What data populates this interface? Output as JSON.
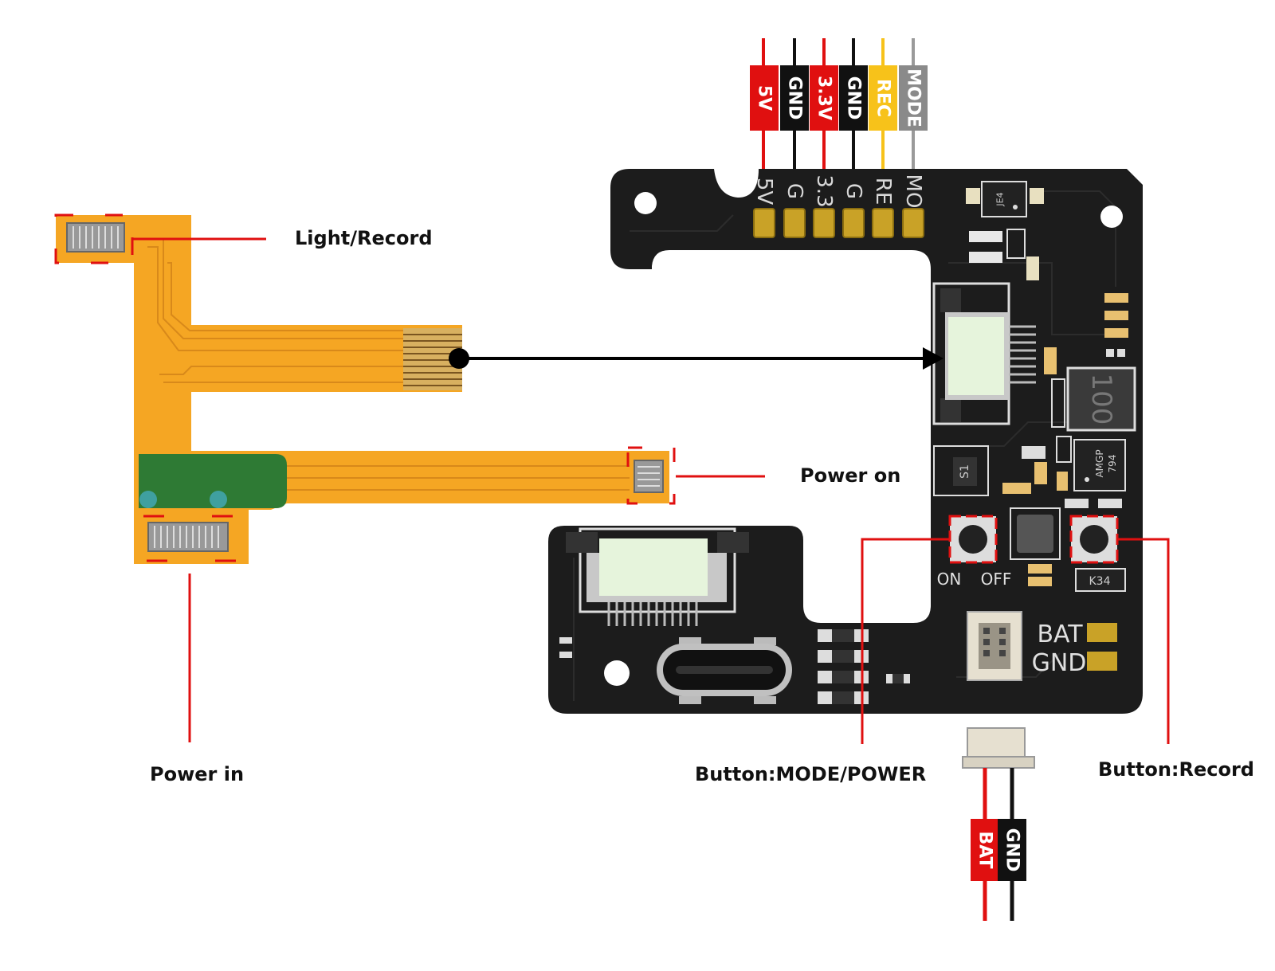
{
  "callouts": {
    "light_record": "Light/Record",
    "power_on": "Power on",
    "power_in": "Power in",
    "button_mode_power": "Button:MODE/POWER",
    "button_record": "Button:Record"
  },
  "wire_labels": [
    {
      "text": "5V",
      "color": "#e01010",
      "text_color": "#ffffff"
    },
    {
      "text": "GND",
      "color": "#111111",
      "text_color": "#ffffff"
    },
    {
      "text": "3.3V",
      "color": "#e01010",
      "text_color": "#ffffff"
    },
    {
      "text": "GND",
      "color": "#111111",
      "text_color": "#ffffff"
    },
    {
      "text": "REC",
      "color": "#f7c21a",
      "text_color": "#ffffff"
    },
    {
      "text": "MODE",
      "color": "#8a8a8a",
      "text_color": "#ffffff"
    }
  ],
  "pad_silkscreen": [
    "5V",
    "G",
    "3.3",
    "G",
    "RE",
    "MO"
  ],
  "battery_wires": [
    {
      "text": "BAT",
      "color": "#e01010",
      "text_color": "#ffffff"
    },
    {
      "text": "GND",
      "color": "#111111",
      "text_color": "#ffffff"
    }
  ],
  "board_labels": {
    "switch_on": "ON",
    "switch_off": "OFF",
    "pad_bat": "BAT",
    "pad_gnd": "GND",
    "inductor": "100",
    "ic_main_1": "AMGP",
    "ic_main_2": "794",
    "ic_s1": "S1",
    "ic_je4": "JE4",
    "ic_k34": "K34"
  },
  "colors": {
    "pcb": "#1c1c1c",
    "flex": "#f5a623",
    "gold": "#c9a227",
    "callout_line": "#e01010",
    "arrow": "#000000"
  }
}
